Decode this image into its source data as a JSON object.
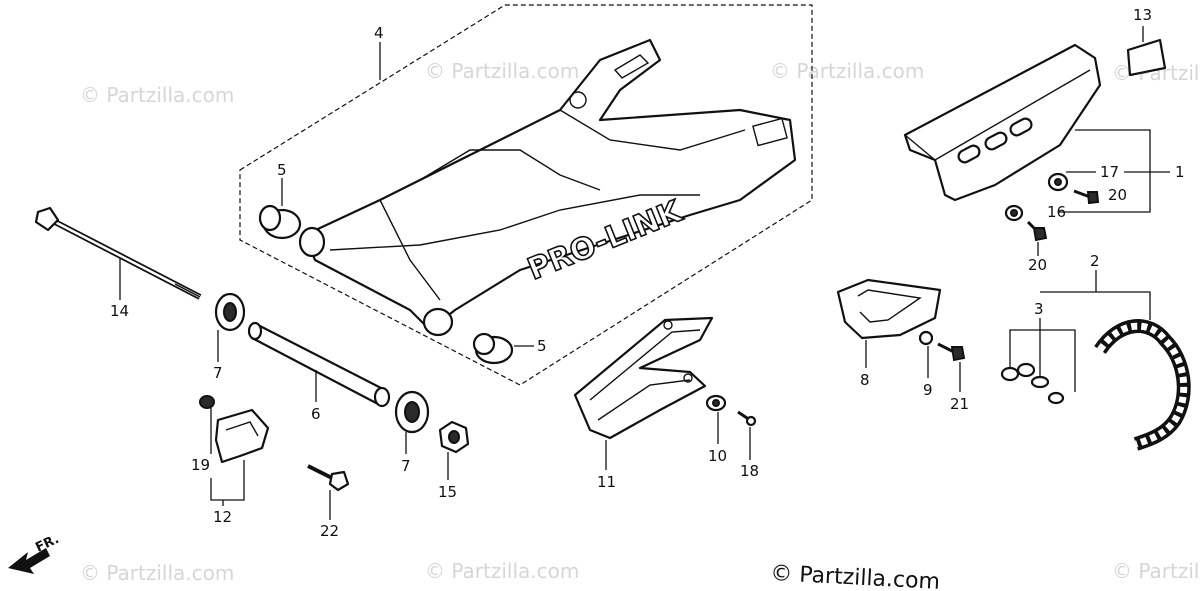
{
  "watermark": "© Partzilla.com",
  "copyright": "© Partzilla.com",
  "brand_text": "PRO-LINK",
  "front_marker": "FR.",
  "callouts": {
    "c1": "1",
    "c2": "2",
    "c3": "3",
    "c4": "4",
    "c5a": "5",
    "c5b": "5",
    "c6": "6",
    "c7a": "7",
    "c7b": "7",
    "c8": "8",
    "c9": "9",
    "c10": "10",
    "c11": "11",
    "c12": "12",
    "c13": "13",
    "c14": "14",
    "c15": "15",
    "c16": "16",
    "c17": "17",
    "c18": "18",
    "c19": "19",
    "c20a": "20",
    "c20b": "20",
    "c21": "21",
    "c22": "22"
  }
}
